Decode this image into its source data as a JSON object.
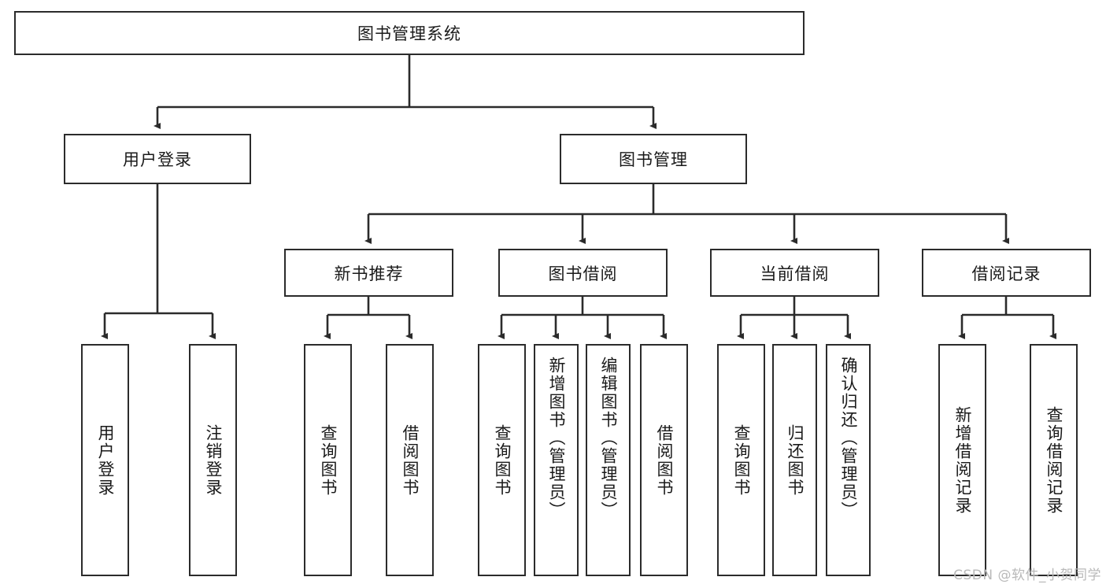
{
  "diagram": {
    "type": "tree-hierarchy",
    "title": "图书管理系统",
    "orientation": "top-down",
    "colors": {
      "box_border": "#2b2b2b",
      "box_fill": "#ffffff",
      "connector": "#2b2b2b",
      "text": "#1a1a1a",
      "watermark": "#b9b9b9"
    },
    "levels": {
      "root": {
        "label": "图书管理系统"
      },
      "level2": [
        {
          "id": "user-login",
          "label": "用户登录"
        },
        {
          "id": "book-management",
          "label": "图书管理"
        }
      ],
      "level3": [
        {
          "id": "new-book-recommend",
          "label": "新书推荐",
          "parent": "book-management"
        },
        {
          "id": "book-borrow",
          "label": "图书借阅",
          "parent": "book-management"
        },
        {
          "id": "current-borrow",
          "label": "当前借阅",
          "parent": "book-management"
        },
        {
          "id": "borrow-record",
          "label": "借阅记录",
          "parent": "book-management"
        }
      ],
      "leaves": {
        "user-login": [
          {
            "id": "leaf-user-login",
            "label": "用户登录"
          },
          {
            "id": "leaf-logout-login",
            "label": "注销登录"
          }
        ],
        "new-book-recommend": [
          {
            "id": "leaf-query-book-1",
            "label": "查询图书"
          },
          {
            "id": "leaf-borrow-book-1",
            "label": "借阅图书"
          }
        ],
        "book-borrow": [
          {
            "id": "leaf-query-book-2",
            "label": "查询图书"
          },
          {
            "id": "leaf-add-book",
            "label": "新增图书（管理员）"
          },
          {
            "id": "leaf-edit-book",
            "label": "编辑图书（管理员）"
          },
          {
            "id": "leaf-borrow-book-2",
            "label": "借阅图书"
          }
        ],
        "current-borrow": [
          {
            "id": "leaf-query-book-3",
            "label": "查询图书"
          },
          {
            "id": "leaf-return-book",
            "label": "归还图书"
          },
          {
            "id": "leaf-confirm-return",
            "label": "确认归还（管理员）"
          }
        ],
        "borrow-record": [
          {
            "id": "leaf-add-record",
            "label": "新增借阅记录"
          },
          {
            "id": "leaf-query-record",
            "label": "查询借阅记录"
          }
        ]
      }
    },
    "watermark": "CSDN @软件_小贺同学"
  }
}
